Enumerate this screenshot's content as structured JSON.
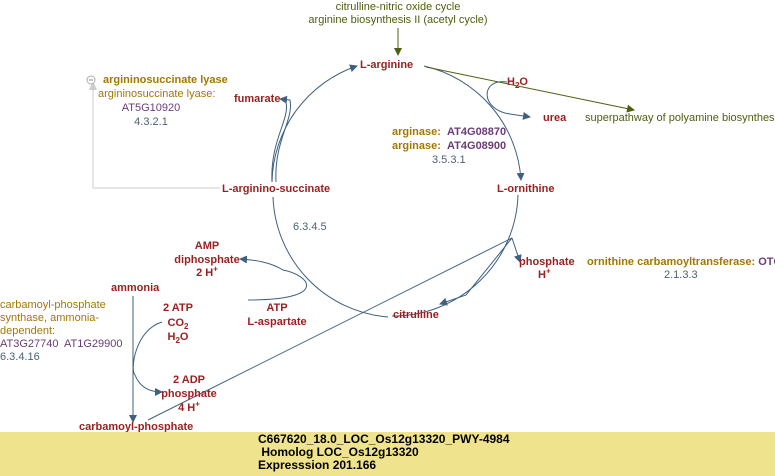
{
  "links": {
    "top1": "citrulline-nitric oxide cycle",
    "top2": "arginine biosynthesis II (acetyl cycle)",
    "superpathway": "superpathway of polyamine biosynthesis"
  },
  "metabolites": {
    "arginine": "L-arginine",
    "fumarate": "fumarate",
    "argininosuccinate": "L-arginino-succinate",
    "ornithine": "L-ornithine",
    "urea": "urea",
    "h2o": "H",
    "citrulline": "citrulline",
    "phosphate": "phosphate",
    "hplus": "H",
    "amp": "AMP",
    "diphosphate": "diphosphate",
    "twoh": "2 H",
    "ammonia": "ammonia",
    "twoatp": "2 ATP",
    "co2": "CO",
    "h2o2": "H",
    "atp": "ATP",
    "aspartate": "L-aspartate",
    "twoadp": "2 ADP",
    "phosphate2": "phosphate",
    "fourh": "4 H",
    "carbamoyl": "carbamoyl-phosphate"
  },
  "enzymes": {
    "asl_title": "argininosuccinate lyase",
    "asl_label": "argininosuccinate lyase:",
    "asl_gene": "AT5G10920",
    "asl_ec": "4.3.2.1",
    "arg1_label": "arginase:",
    "arg1_gene": "AT4G08870",
    "arg2_label": "arginase:",
    "arg2_gene": "AT4G08900",
    "arg_ec": "3.5.3.1",
    "otc_label": "ornithine carbamoyltransferase:",
    "otc_gene": "OTC",
    "otc_ec": "2.1.3.3",
    "ass_ec": "6.3.4.5",
    "cps_l1": "carbamoyl-phosphate",
    "cps_l2": "synthase, ammonia-",
    "cps_l3": "dependent:",
    "cps_genes": "AT3G27740  AT1G29900",
    "cps_ec": "6.3.4.16"
  },
  "info": {
    "line1": "C667620_18.0_LOC_Os12g13320_PWY-4984",
    "line2": " Homolog LOC_Os12g13320",
    "line3": "Expresssion 201.166"
  }
}
